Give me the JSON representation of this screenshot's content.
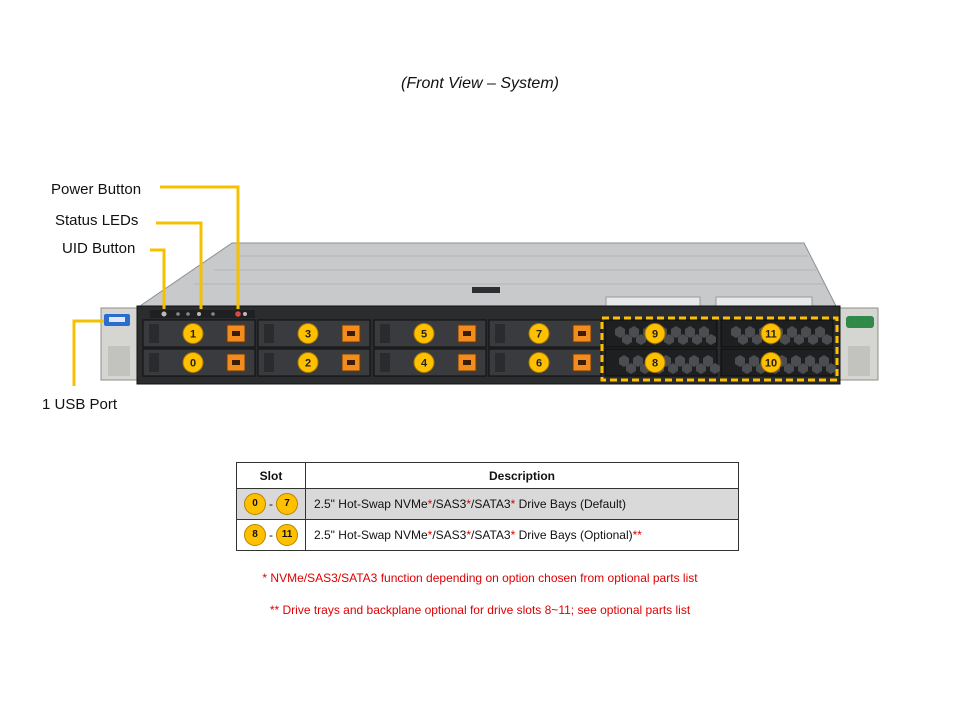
{
  "title": "(Front View – System)",
  "callouts": {
    "power_button": "Power Button",
    "status_leds": "Status LEDs",
    "uid_button": "UID Button",
    "usb_port": "1 USB Port"
  },
  "drive_slots": {
    "top_row": [
      "1",
      "3",
      "5",
      "7",
      "9",
      "11"
    ],
    "bottom_row": [
      "0",
      "2",
      "4",
      "6",
      "8",
      "10"
    ]
  },
  "colors": {
    "callout_line": "#f5c000",
    "badge": "#ffc000",
    "latch": "#f28c1e",
    "note_red": "#e00000"
  },
  "table": {
    "headers": {
      "slot": "Slot",
      "description": "Description"
    },
    "rows": [
      {
        "from": "0",
        "sep": "-",
        "to": "7",
        "text": "2.5\" Hot-Swap NVMe",
        "a1": "*",
        "t2": "/SAS3",
        "a2": "*",
        "t3": "/SATA3",
        "a3": "*",
        "t4": " Drive Bays (Default)",
        "a4": ""
      },
      {
        "from": "8",
        "sep": "-",
        "to": "11",
        "text": "2.5\" Hot-Swap NVMe",
        "a1": "*",
        "t2": "/SAS3",
        "a2": "*",
        "t3": "/SATA3",
        "a3": "*",
        "t4": " Drive Bays (Optional)",
        "a4": "**"
      }
    ]
  },
  "notes": [
    "* NVMe/SAS3/SATA3 function depending on option chosen from optional parts list",
    "** Drive trays and backplane optional for drive slots 8~11; see optional parts list"
  ]
}
